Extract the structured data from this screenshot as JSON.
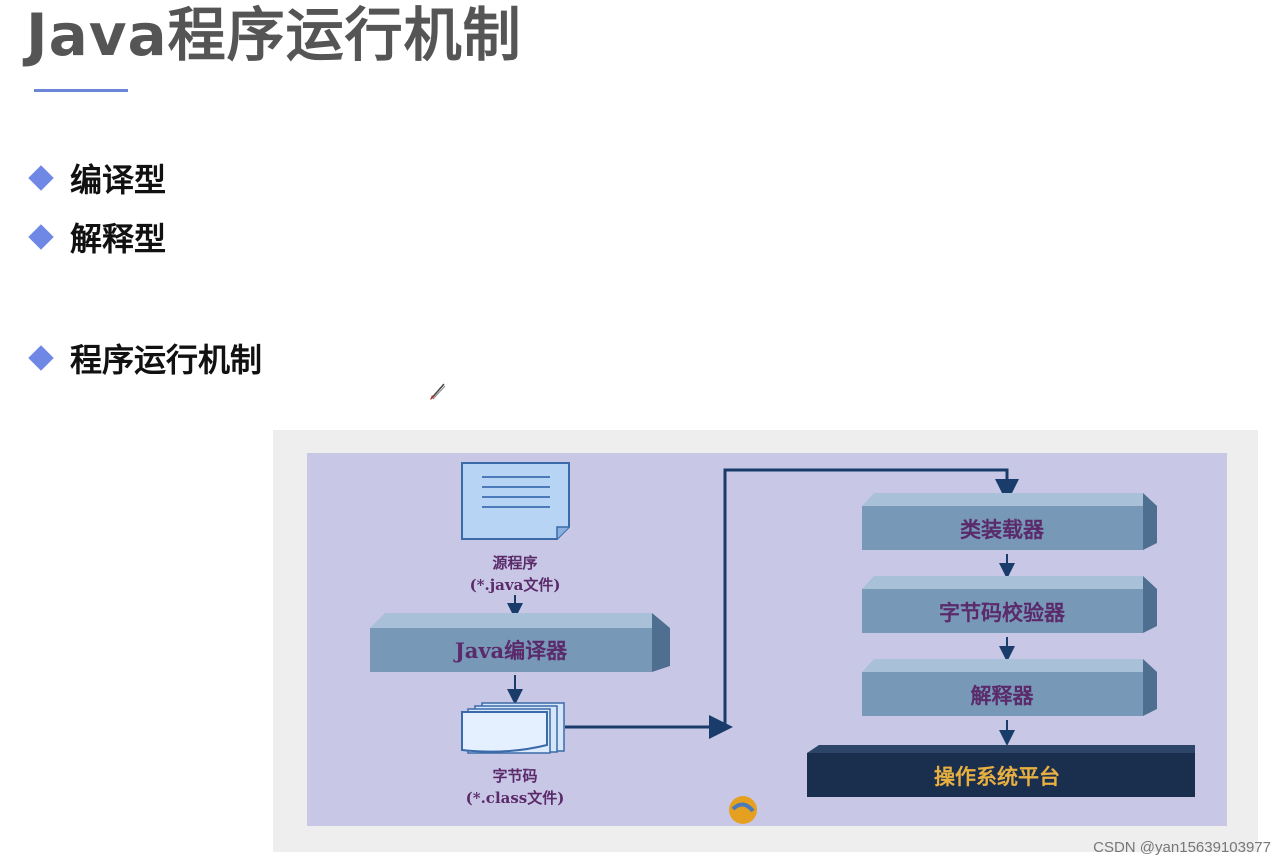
{
  "slide": {
    "title": "Java程序运行机制",
    "bullets": [
      {
        "label": "编译型"
      },
      {
        "label": "解释型"
      },
      {
        "label": "程序运行机制"
      }
    ]
  },
  "diagram": {
    "source_label_1": "源程序",
    "source_label_2": "(*.java文件)",
    "compiler_label": "Java编译器",
    "bytecode_label_1": "字节码",
    "bytecode_label_2": "(*.class文件)",
    "class_loader_label": "类装载器",
    "bytecode_verifier_label": "字节码校验器",
    "interpreter_label": "解释器",
    "os_platform_label": "操作系统平台"
  },
  "watermark": "CSDN @yan15639103977",
  "colors": {
    "accent": "#6f88e6",
    "diagram_bg": "#c8c8e6",
    "block": "#7898b8",
    "platform": "#1a2e4e",
    "block_text": "#5a2a6a",
    "platform_text": "#e8b040"
  }
}
